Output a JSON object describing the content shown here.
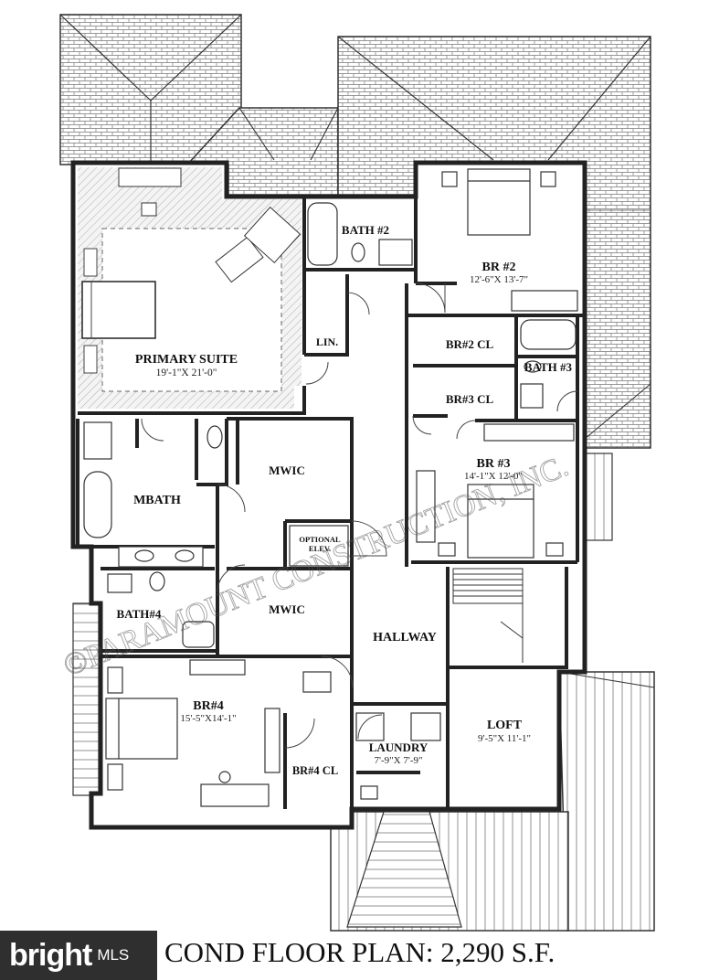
{
  "rooms": {
    "primary_suite": {
      "name": "PRIMARY SUITE",
      "dims": "19'-1\"X 21'-0\""
    },
    "bath2": {
      "name": "BATH #2"
    },
    "br2": {
      "name": "BR #2",
      "dims": "12'-6\"X 13'-7\""
    },
    "lin": {
      "name": "LIN."
    },
    "br2_cl": {
      "name": "BR#2 CL"
    },
    "bath3": {
      "name": "BATH #3"
    },
    "br3_cl": {
      "name": "BR#3 CL"
    },
    "br3": {
      "name": "BR #3",
      "dims": "14'-1\"X 12'-0\""
    },
    "mbath": {
      "name": "MBATH"
    },
    "mwic_upper": {
      "name": "MWIC"
    },
    "optional_elev": {
      "line1": "OPTIONAL",
      "line2": "ELEV."
    },
    "mwic_lower": {
      "name": "MWIC"
    },
    "bath4": {
      "name": "BATH#4"
    },
    "hallway": {
      "name": "HALLWAY"
    },
    "br4": {
      "name": "BR#4",
      "dims": "15'-5\"X14'-1\""
    },
    "laundry": {
      "name": "LAUNDRY",
      "dims": "7'-9\"X 7'-9\""
    },
    "loft": {
      "name": "LOFT",
      "dims": "9'-5\"X 11'-1\""
    },
    "br4_cl": {
      "name": "BR#4 CL"
    }
  },
  "watermark": "©PARAMOUNT CONSTRUCTION, INC.",
  "title": "COND FLOOR PLAN: 2,290 S.F.",
  "logo": {
    "word": "bright",
    "suffix": "MLS"
  }
}
